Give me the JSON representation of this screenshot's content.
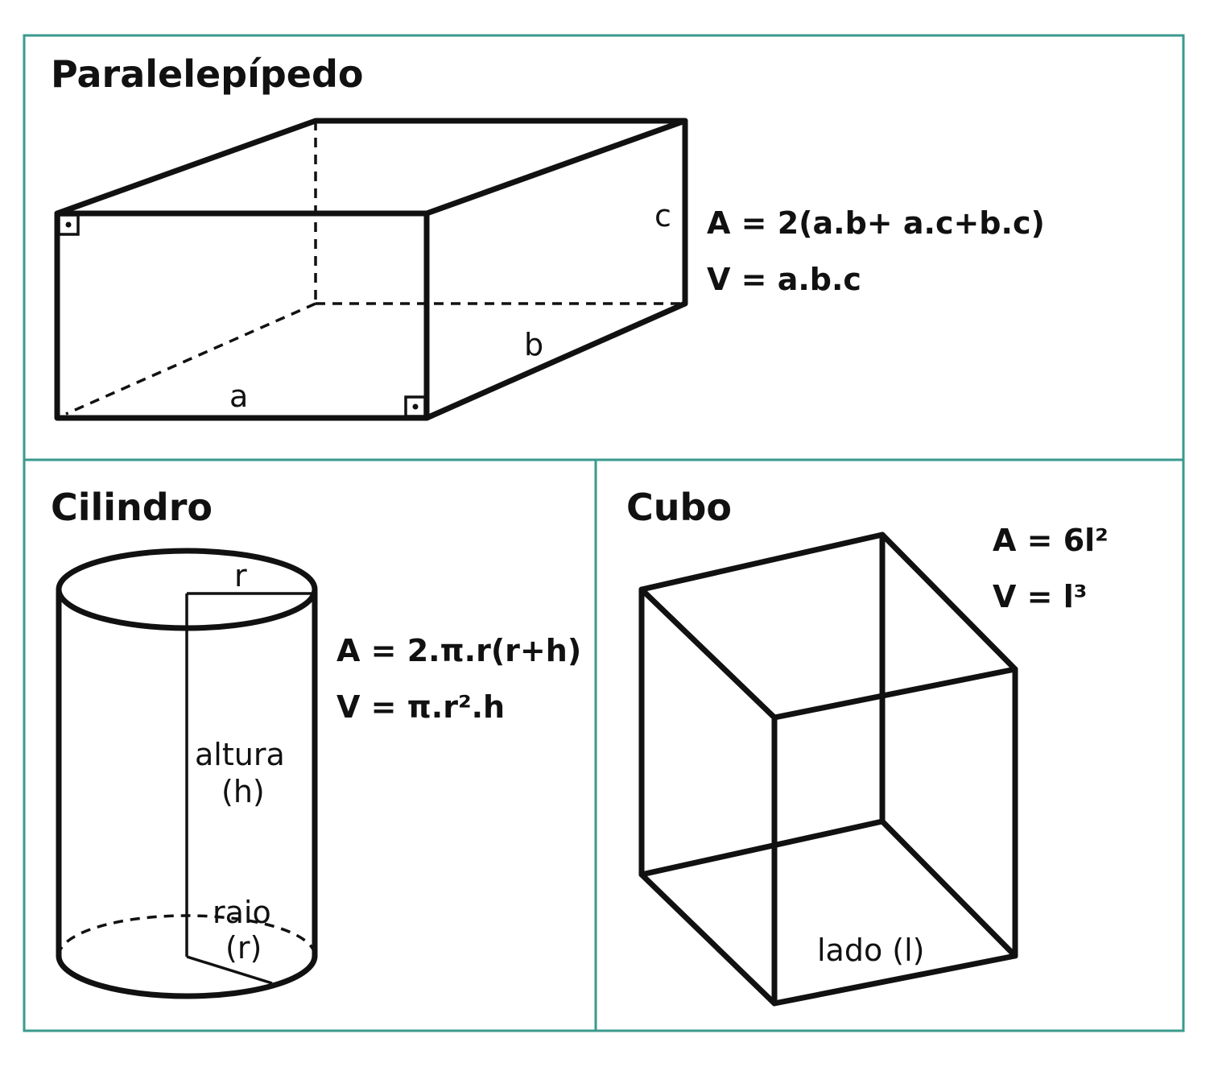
{
  "colors": {
    "border": "#3a9a8e",
    "ink": "#111111",
    "background": "#ffffff"
  },
  "prism": {
    "title": "Paralelepípedo",
    "label_a": "a",
    "label_b": "b",
    "label_c": "c",
    "formula_area": "A = 2(a.b+ a.c+b.c)",
    "formula_volume": "V = a.b.c"
  },
  "cylinder": {
    "title": "Cilindro",
    "label_r": "r",
    "label_height_1": "altura",
    "label_height_2": "(h)",
    "label_radius_1": "raio",
    "label_radius_2": "(r)",
    "formula_area": "A = 2.π.r(r+h)",
    "formula_volume": "V = π.r².h"
  },
  "cube": {
    "title": "Cubo",
    "label_side": "lado (l)",
    "formula_area": "A = 6l²",
    "formula_volume": "V = l³"
  }
}
